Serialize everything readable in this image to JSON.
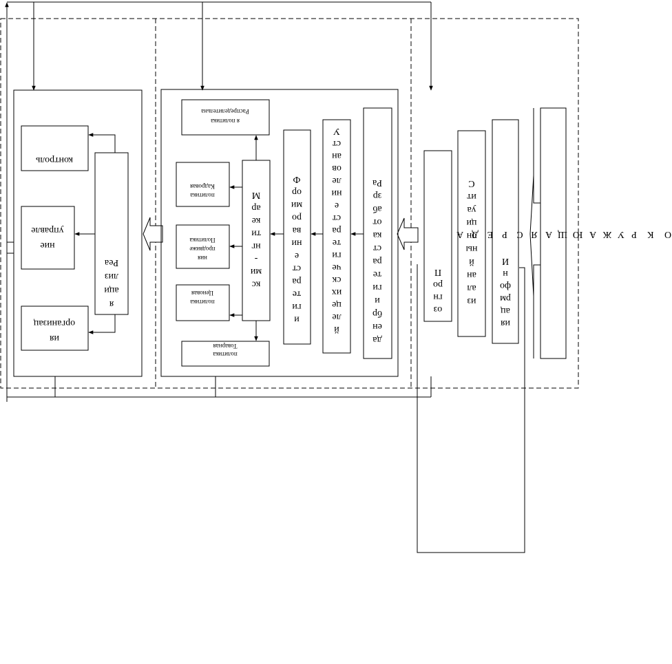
{
  "env": {
    "title_letters": [
      "О",
      "К",
      "Р",
      "У",
      "Ж",
      "А",
      "Ю",
      "Щ",
      "А",
      "Я",
      "С",
      "Р",
      "Е",
      "Д",
      "А"
    ]
  },
  "research": {
    "information": [
      "И",
      "н",
      "фо",
      "рм",
      "ац",
      "ия"
    ],
    "situation": [
      "С",
      "ит",
      "уа",
      "ци",
      "он",
      "ны",
      "й",
      "ан",
      "ал",
      "из"
    ],
    "forecast": [
      "П",
      "ро",
      "гн",
      "оз"
    ]
  },
  "strategy": {
    "development": [
      "Ра",
      "зр",
      "аб",
      "от",
      "ка",
      "ст",
      "ра",
      "те",
      "ги",
      "и",
      "бр",
      "ен",
      "да"
    ],
    "goals": [
      "У",
      "ст",
      "ан",
      "ов",
      "ле",
      "ни",
      "е",
      "ст",
      "ра",
      "те",
      "ги",
      "че",
      "ск",
      "их",
      "це",
      "ле",
      "й"
    ],
    "formation": [
      "Ф",
      "ор",
      "ми",
      "ро",
      "ва",
      "ни",
      "е",
      "ст",
      "ра",
      "те",
      "ги",
      "и"
    ],
    "marketing_mix": [
      "М",
      "ар",
      "ке",
      "ти",
      "нг",
      "-",
      "ми",
      "кс"
    ],
    "policies": {
      "distribution": [
        "Распределительна",
        "я политика"
      ],
      "personnel": [
        "Кадровая",
        "политика"
      ],
      "promotion": [
        "Политика",
        "продвиже",
        "ния"
      ],
      "price": [
        "Ценовая",
        "политика"
      ],
      "product": [
        "Товарная",
        "политика"
      ]
    }
  },
  "implementation": {
    "realization": [
      "Реа",
      "лиз",
      "аци",
      "я"
    ],
    "control": "контроль",
    "management": [
      "управле",
      "ние"
    ],
    "organization": [
      "организац",
      "ия"
    ]
  }
}
